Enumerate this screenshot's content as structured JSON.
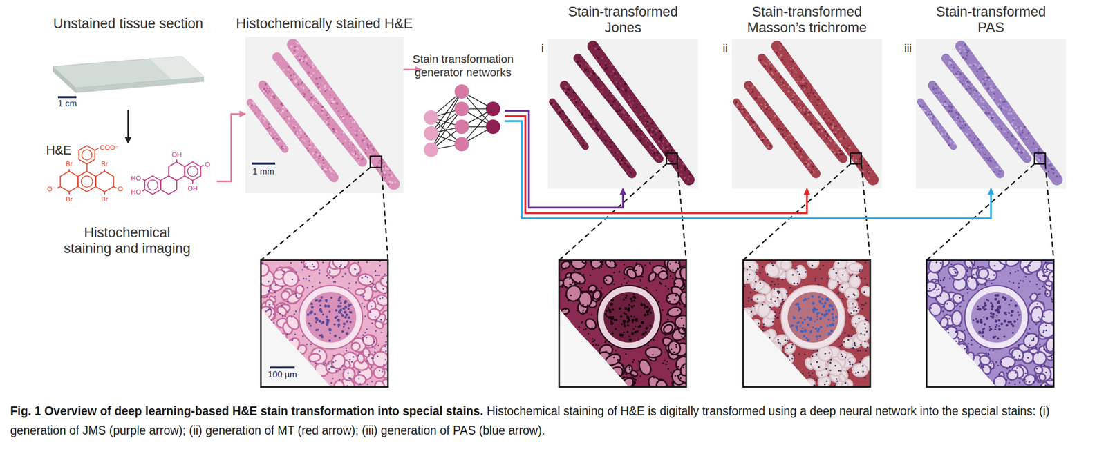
{
  "diagram": {
    "caption": "Fig. 1 Overview of deep learning-based H&E stain transformation into special stains.",
    "nodes": [
      {
        "text": [
          "Unstained tissue section",
          "1 cm"
        ]
      },
      {
        "text": [
          "H&E",
          "Histochemical staining and imaging"
        ]
      },
      {
        "text": [
          "Histochemically stained H&E",
          "1 mm"
        ]
      },
      {
        "text": [
          "Stain transformation generator networks"
        ]
      },
      {
        "text": [
          "i",
          "Stain-transformed Jones"
        ]
      },
      {
        "text": [
          "ii",
          "Stain-transformed Masson’s trichrome"
        ]
      },
      {
        "text": [
          "iii",
          "Stain-transformed PAS"
        ]
      },
      {
        "text": [
          "100 µm"
        ]
      }
    ],
    "edges": [
      {
        "from": 0,
        "to": 1,
        "arrow": "to"
      },
      {
        "from": 1,
        "to": 2,
        "arrow": "to"
      },
      {
        "from": 2,
        "to": 3,
        "arrow": "to"
      },
      {
        "from": 3,
        "to": 4,
        "arrow": "to"
      },
      {
        "from": 3,
        "to": 5,
        "arrow": "to"
      },
      {
        "from": 3,
        "to": 6,
        "arrow": "to"
      }
    ],
    "labels": [
      "COO⁻",
      "Br",
      "Br",
      "Br",
      "Br",
      "O⁻",
      "O",
      "HO",
      "HO",
      "OH",
      "OH",
      "O",
      "Histochemical staining of H&E is digitally transformed using a deep neural network into the special stains: (i) generation of JMS (purple arrow); (ii) generation of MT (red arrow); (iii) generation of PAS (blue arrow)."
    ]
  }
}
